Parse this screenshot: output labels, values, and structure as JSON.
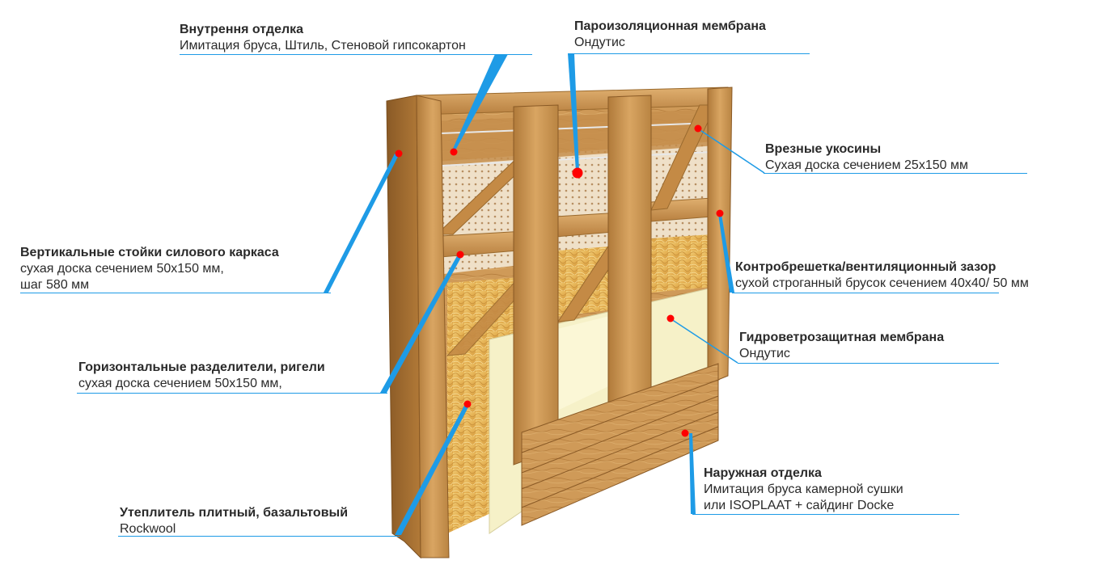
{
  "accent_color": "#1e9be6",
  "marker_color": "#ff0000",
  "labels": [
    {
      "id": "inner",
      "title": "Внутрення отделка",
      "desc": [
        "Имитация бруса, Штиль, Стеновой гипсокартон"
      ]
    },
    {
      "id": "vapor",
      "title": "Пароизоляционная мембрана",
      "desc": [
        "Ондутис"
      ]
    },
    {
      "id": "braces",
      "title": "Врезные укосины",
      "desc": [
        "Сухая доска сечением 25х150 мм"
      ]
    },
    {
      "id": "studs",
      "title": "Вертикальные стойки силового каркаса",
      "desc": [
        "сухая доска сечением 50х150 мм,",
        "шаг 580 мм"
      ]
    },
    {
      "id": "counter",
      "title": "Контробрешетка/вентиляционный зазор",
      "desc": [
        "сухой строганный брусок сечением 40х40/ 50 мм"
      ]
    },
    {
      "id": "wind",
      "title": "Гидроветрозащитная мембрана",
      "desc": [
        "Ондутис"
      ]
    },
    {
      "id": "rails",
      "title": "Горизонтальные разделители, ригели",
      "desc": [
        "сухая доска сечением 50х150 мм,"
      ]
    },
    {
      "id": "outer",
      "title": "Наружная отделка",
      "desc": [
        "Имитация бруса камерной сушки",
        "или ISOPLAAT + сайдинг Docke"
      ]
    },
    {
      "id": "insul",
      "title": "Утеплитель плитный, базальтовый",
      "desc": [
        "Rockwool"
      ]
    }
  ]
}
